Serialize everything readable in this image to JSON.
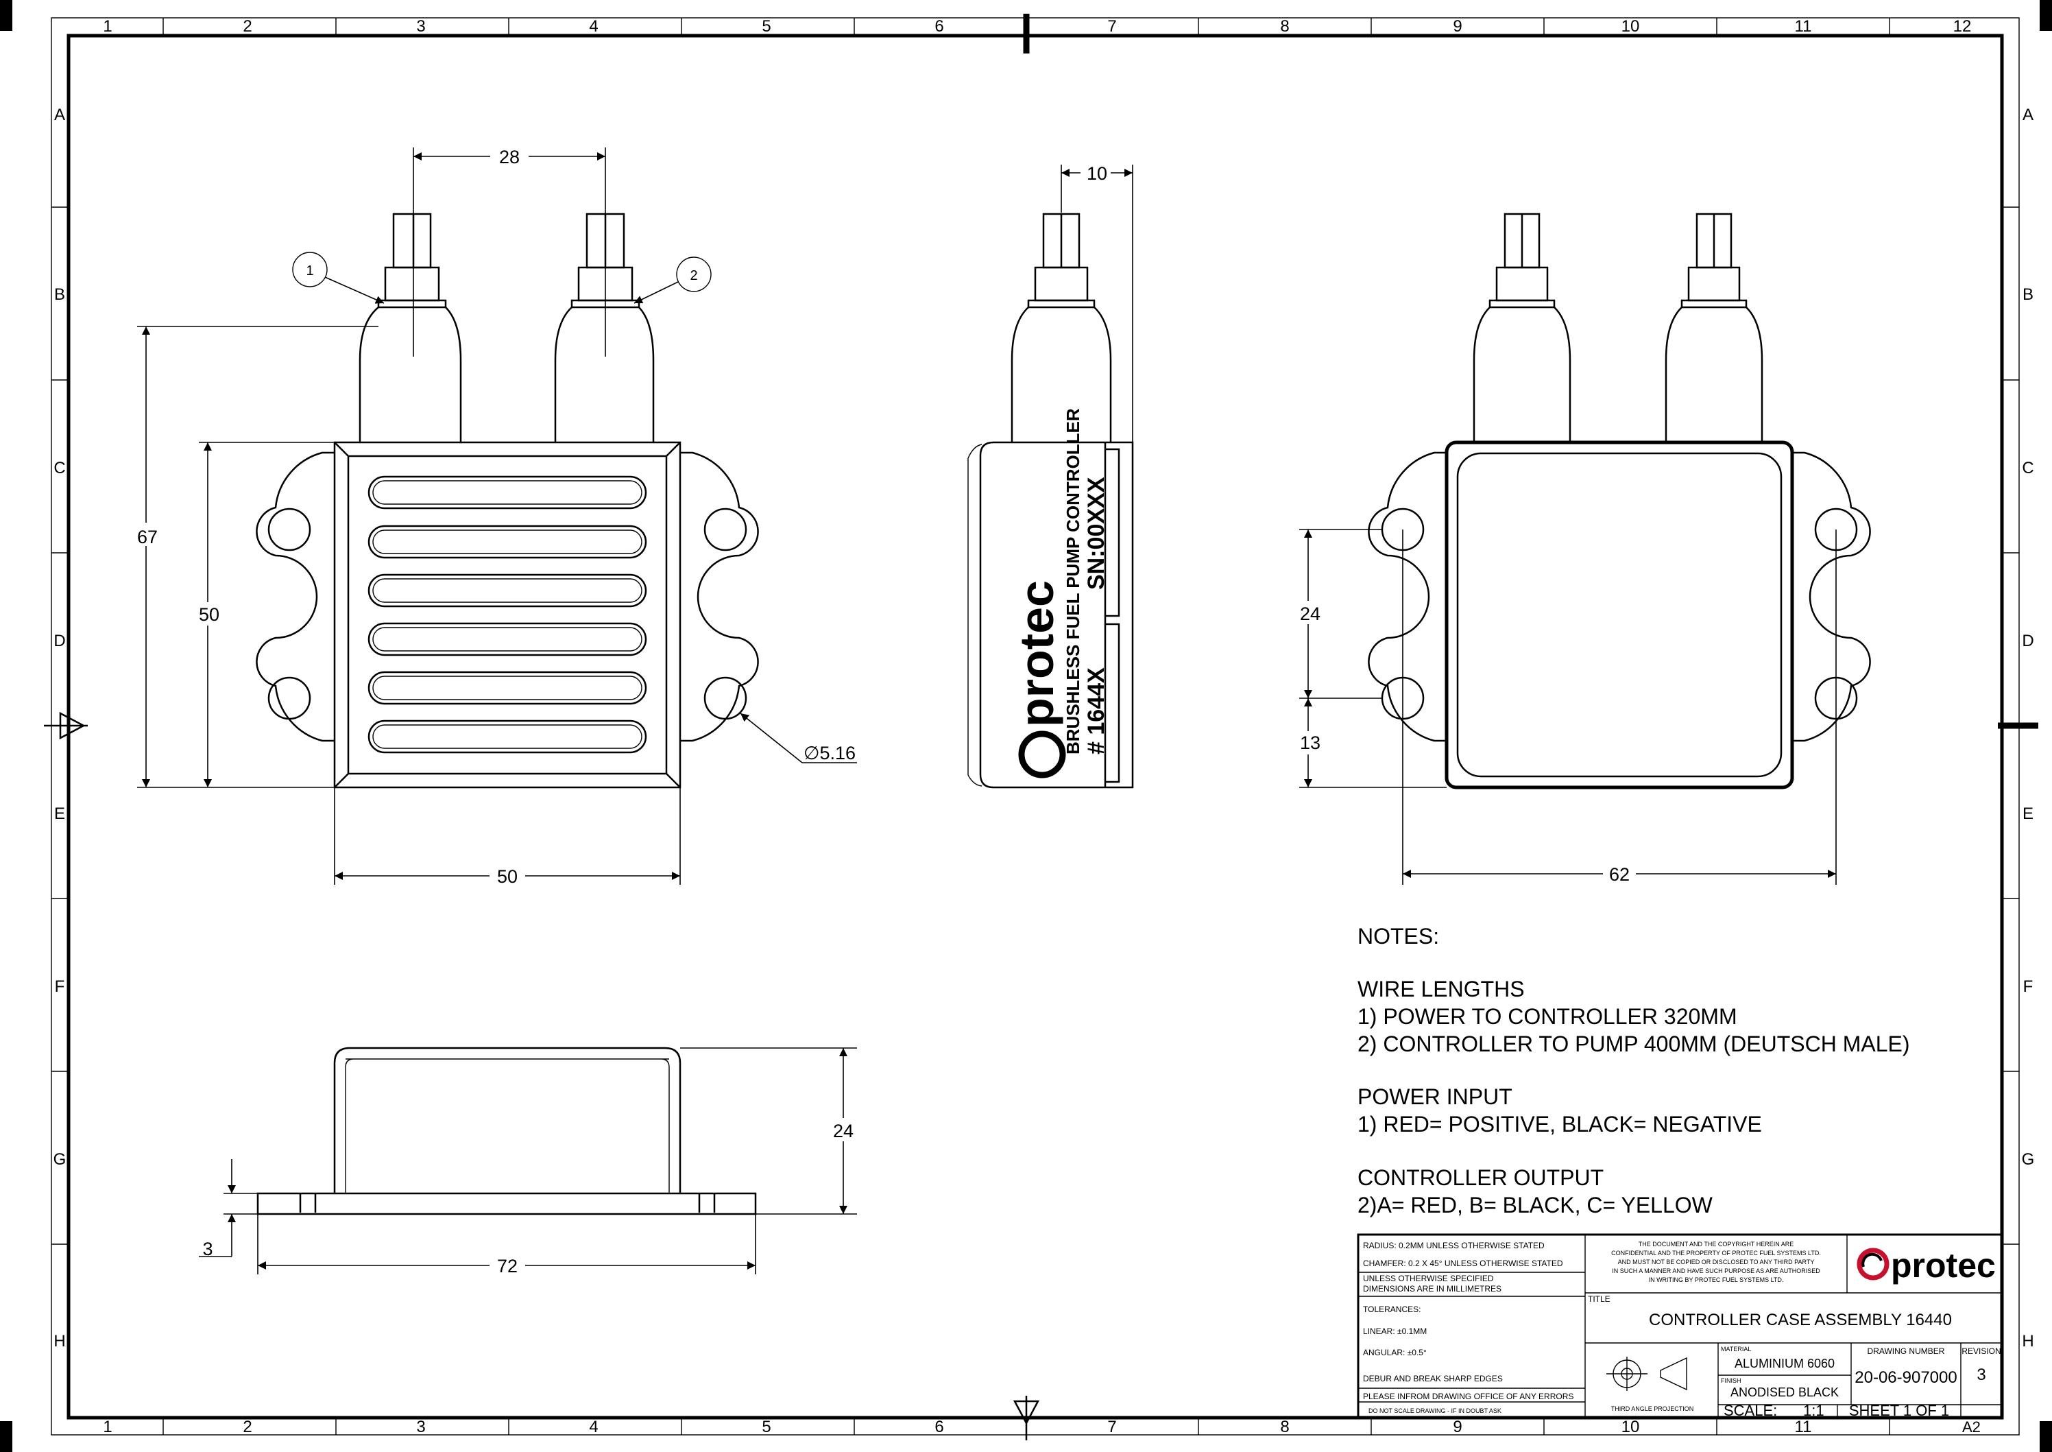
{
  "grid": {
    "columns": [
      "1",
      "2",
      "3",
      "4",
      "5",
      "6",
      "7",
      "8",
      "9",
      "10",
      "11",
      "12"
    ],
    "rows": [
      "A",
      "B",
      "C",
      "D",
      "E",
      "F",
      "G",
      "H"
    ]
  },
  "dimensions": {
    "front_top_spacing": "28",
    "front_height_total": "67",
    "front_height_body": "50",
    "front_width": "50",
    "hole_diameter": "∅5.16",
    "side_width": "10",
    "rear_hole_spacing": "24",
    "rear_hole_offset": "13",
    "rear_width": "62",
    "bottom_height": "24",
    "bottom_flange": "3",
    "bottom_width": "72"
  },
  "balloons": {
    "one": "1",
    "two": "2"
  },
  "device_label": {
    "brand": "protec",
    "line1": "BRUSHLESS FUEL PUMP CONTROLLER",
    "part": "# 1644X",
    "serial": "SN:00XXX"
  },
  "notes": {
    "heading": "NOTES:",
    "wire_heading": "WIRE LENGTHS",
    "wire_1": "1) POWER TO CONTROLLER 320MM",
    "wire_2": "2) CONTROLLER TO PUMP 400MM (DEUTSCH MALE)",
    "power_heading": "POWER INPUT",
    "power_1": "1) RED= POSITIVE, BLACK= NEGATIVE",
    "output_heading": "CONTROLLER OUTPUT",
    "output_1": "2)A= RED, B= BLACK, C= YELLOW"
  },
  "title_block": {
    "radius": "RADIUS: 0.2MM UNLESS OTHERWISE STATED",
    "chamfer": "CHAMFER: 0.2 X 45° UNLESS OTHERWISE STATED",
    "units_1": "UNLESS OTHERWISE SPECIFIED",
    "units_2": "DIMENSIONS ARE IN MILLIMETRES",
    "tolerances": "TOLERANCES:",
    "linear": "LINEAR: ±0.1MM",
    "angular": "ANGULAR: ±0.5°",
    "debur": "DEBUR AND BREAK SHARP EDGES",
    "errors": "PLEASE INFROM DRAWING OFFICE OF ANY ERRORS",
    "scale_note": "DO NOT SCALE DRAWING  -  IF IN DOUBT ASK",
    "conf_1": "THE DOCUMENT AND THE COPYRIGHT HEREIN ARE",
    "conf_2": "CONFIDENTIAL AND THE PROPERTY OF PROTEC FUEL SYSTEMS LTD.",
    "conf_3": "AND MUST NOT BE COPIED OR DISCLOSED TO ANY THIRD PARTY",
    "conf_4": "IN SUCH A MANNER AND HAVE SUCH PURPOSE AS ARE AUTHORISED",
    "conf_5": "IN WRITING BY PROTEC FUEL SYSTEMS LTD.",
    "logo_text": "protec",
    "title_label": "TITLE",
    "title": "CONTROLLER CASE ASSEMBLY 16440",
    "material_label": "MATERIAL",
    "material": "ALUMINIUM 6060",
    "finish_label": "FINISH",
    "finish": "ANODISED BLACK",
    "drawing_number_label": "DRAWING NUMBER",
    "drawing_number": "20-06-907000",
    "revision_label": "REVISION",
    "revision": "3",
    "projection": "THIRD ANGLE PROJECTION",
    "scale_label": "SCALE:",
    "scale": "1:1",
    "sheet": "SHEET 1 OF 1",
    "size": "A2"
  }
}
